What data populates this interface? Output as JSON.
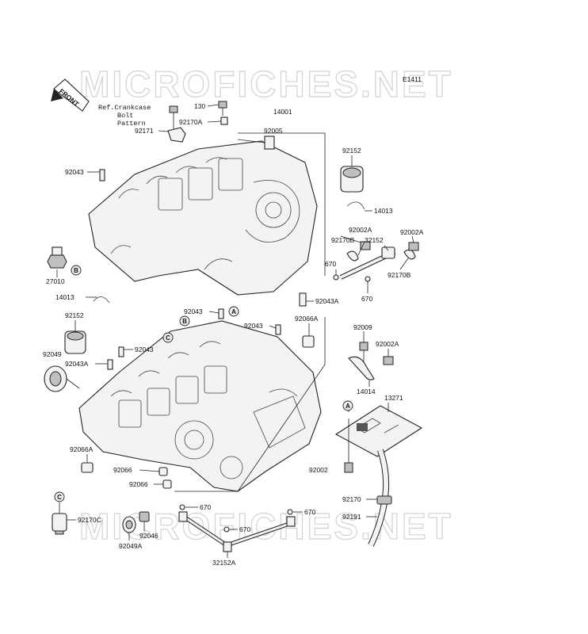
{
  "diagram_code": "E1411",
  "watermark": "MICROFICHES.NET",
  "front_label": "FRONT",
  "reference_note": [
    "Ref.Crankcase",
    "Bolt",
    "Pattern"
  ],
  "callouts": [
    "A",
    "B",
    "C"
  ],
  "parts": [
    "130",
    "92170A",
    "14001",
    "92171",
    "92005",
    "92043",
    "92152",
    "14013",
    "92002A",
    "92170B",
    "32152",
    "670",
    "27010",
    "92043A",
    "92066A",
    "92009",
    "92049",
    "14014",
    "13271",
    "92066",
    "92002",
    "92170",
    "92191",
    "92170C",
    "92046",
    "92049A",
    "32152A"
  ]
}
